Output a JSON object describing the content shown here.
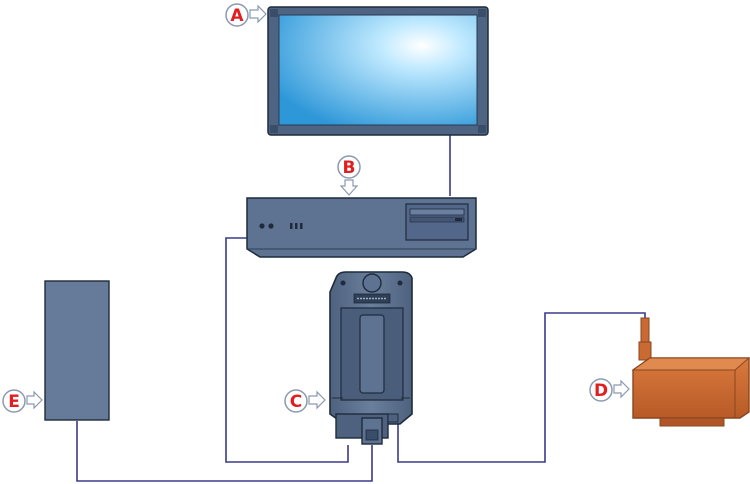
{
  "colors": {
    "background": "#ffffff",
    "cable": "#3a3a8c",
    "device_body": "#5d7391",
    "device_dark": "#2f3f55",
    "device_outline": "#1f2b3c",
    "screen_center": "#e8f8ff",
    "screen_edge": "#3aa5e0",
    "camera": "#c86a32",
    "camera_dark": "#8a4620",
    "label_text": "#e02020",
    "label_ring": "#8a9ab0"
  },
  "callouts": {
    "a": {
      "letter": "A"
    },
    "b": {
      "letter": "B"
    },
    "c": {
      "letter": "C"
    },
    "d": {
      "letter": "D"
    },
    "e": {
      "letter": "E"
    }
  },
  "icons": {
    "monitor": "monitor-icon",
    "computer": "desktop-computer-icon",
    "detector": "detector-unit-icon",
    "camera": "camera-device-icon",
    "power": "power-supply-icon"
  }
}
